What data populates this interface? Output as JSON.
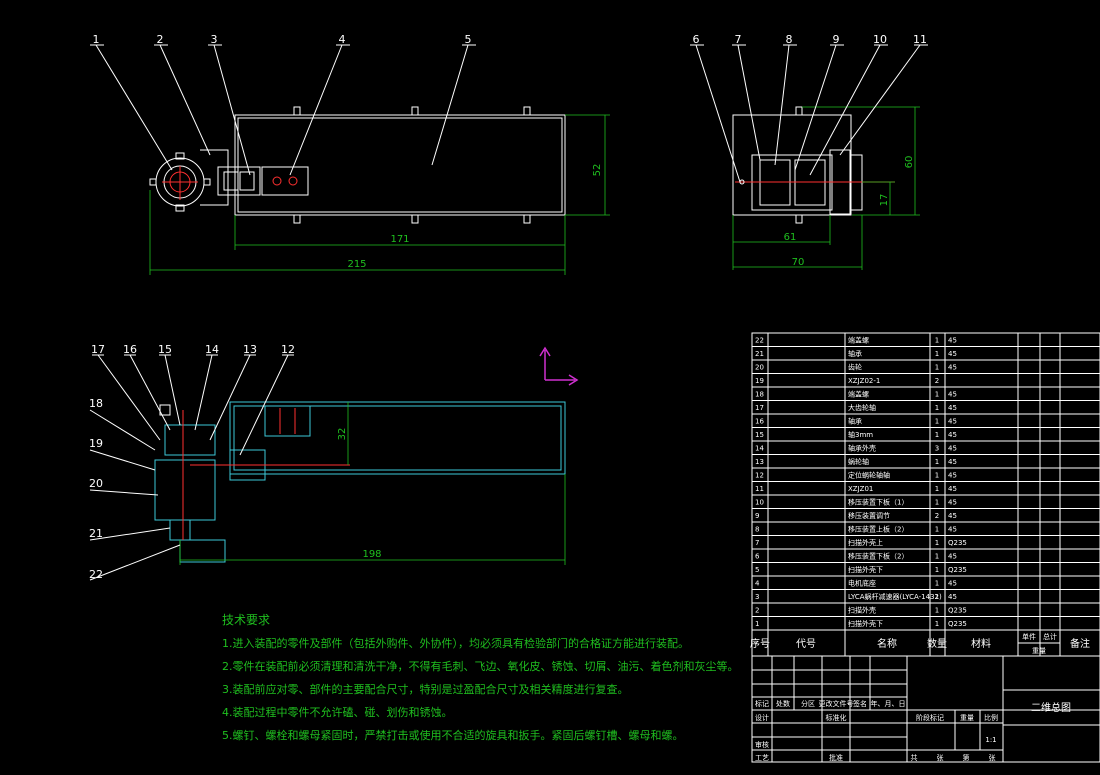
{
  "balloons_top": [
    "1",
    "2",
    "3",
    "4",
    "5",
    "6",
    "7",
    "8",
    "9",
    "10",
    "11"
  ],
  "balloons_section": [
    "17",
    "16",
    "15",
    "14",
    "13",
    "12",
    "18",
    "19",
    "20",
    "21",
    "22"
  ],
  "dims": {
    "top_height": "52",
    "top_inner_len": "171",
    "top_total_len": "215",
    "side_height": "60",
    "side_small": "17",
    "side_inner_w": "61",
    "side_total_w": "70",
    "sec_height": "32",
    "sec_len": "198"
  },
  "tech": {
    "title": "技术要求",
    "lines": [
      "1.进入装配的零件及部件（包括外购件、外协件），均必须具有检验部门的合格证方能进行装配。",
      "2.零件在装配前必须清理和清洗干净，不得有毛刺、飞边、氧化皮、锈蚀、切屑、油污、着色剂和灰尘等。",
      "3.装配前应对零、部件的主要配合尺寸，特别是过盈配合尺寸及相关精度进行复查。",
      "4.装配过程中零件不允许磕、碰、划伤和锈蚀。",
      "5.螺钉、螺栓和螺母紧固时，严禁打击或使用不合适的旋具和扳手。紧固后螺钉槽、螺母和螺。"
    ]
  },
  "bom": {
    "rows": [
      {
        "no": "22",
        "name": "端盖螺",
        "qty": "1",
        "mat": "45"
      },
      {
        "no": "21",
        "name": "轴承",
        "qty": "1",
        "mat": "45"
      },
      {
        "no": "20",
        "name": "齿轮",
        "qty": "1",
        "mat": "45"
      },
      {
        "no": "19",
        "name": "XZJZ02-1",
        "qty": "2",
        "mat": ""
      },
      {
        "no": "18",
        "name": "端盖螺",
        "qty": "1",
        "mat": "45"
      },
      {
        "no": "17",
        "name": "大齿轮轴",
        "qty": "1",
        "mat": "45"
      },
      {
        "no": "16",
        "name": "轴承",
        "qty": "1",
        "mat": "45"
      },
      {
        "no": "15",
        "name": "轴3mm",
        "qty": "1",
        "mat": "45"
      },
      {
        "no": "14",
        "name": "轴承外壳",
        "qty": "3",
        "mat": "45"
      },
      {
        "no": "13",
        "name": "蜗轮轴",
        "qty": "1",
        "mat": "45"
      },
      {
        "no": "12",
        "name": "定位蜗轮轴轴",
        "qty": "1",
        "mat": "45"
      },
      {
        "no": "11",
        "name": "XZJZ01",
        "qty": "1",
        "mat": "45"
      },
      {
        "no": "10",
        "name": "移压装置下板（1）",
        "qty": "1",
        "mat": "45"
      },
      {
        "no": "9",
        "name": "移压装置调节",
        "qty": "2",
        "mat": "45"
      },
      {
        "no": "8",
        "name": "移压装置上板（2）",
        "qty": "1",
        "mat": "45"
      },
      {
        "no": "7",
        "name": "扫描外壳上",
        "qty": "1",
        "mat": "Q235"
      },
      {
        "no": "6",
        "name": "移压装置下板（2）",
        "qty": "1",
        "mat": "45"
      },
      {
        "no": "5",
        "name": "扫描外壳下",
        "qty": "1",
        "mat": "Q235"
      },
      {
        "no": "4",
        "name": "电机底座",
        "qty": "1",
        "mat": "45"
      },
      {
        "no": "3",
        "name": "LYCA蜗杆减速器(LYCA-1432)",
        "qty": "1",
        "mat": "45"
      },
      {
        "no": "2",
        "name": "扫描外壳",
        "qty": "1",
        "mat": "Q235"
      },
      {
        "no": "1",
        "name": "扫描外壳下",
        "qty": "1",
        "mat": "Q235"
      }
    ],
    "header": {
      "no": "序号",
      "code": "代号",
      "name": "名称",
      "qty": "数量",
      "mat": "材料",
      "unit": "单件",
      "total": "总计",
      "weight": "重量",
      "remark": "备注"
    }
  },
  "title_block": {
    "drawing_name": "二维总图",
    "r1": [
      "标记",
      "处数",
      "分区",
      "更改文件号",
      "签名",
      "年、月、日"
    ],
    "design": "设计",
    "std": "标准化",
    "stage": "阶段标记",
    "weight": "重量",
    "scale": "比例",
    "scale_val": "1:1",
    "check": "审核",
    "process": "工艺",
    "approve": "批准",
    "sheets": [
      "共",
      "张",
      "第",
      "张"
    ]
  }
}
